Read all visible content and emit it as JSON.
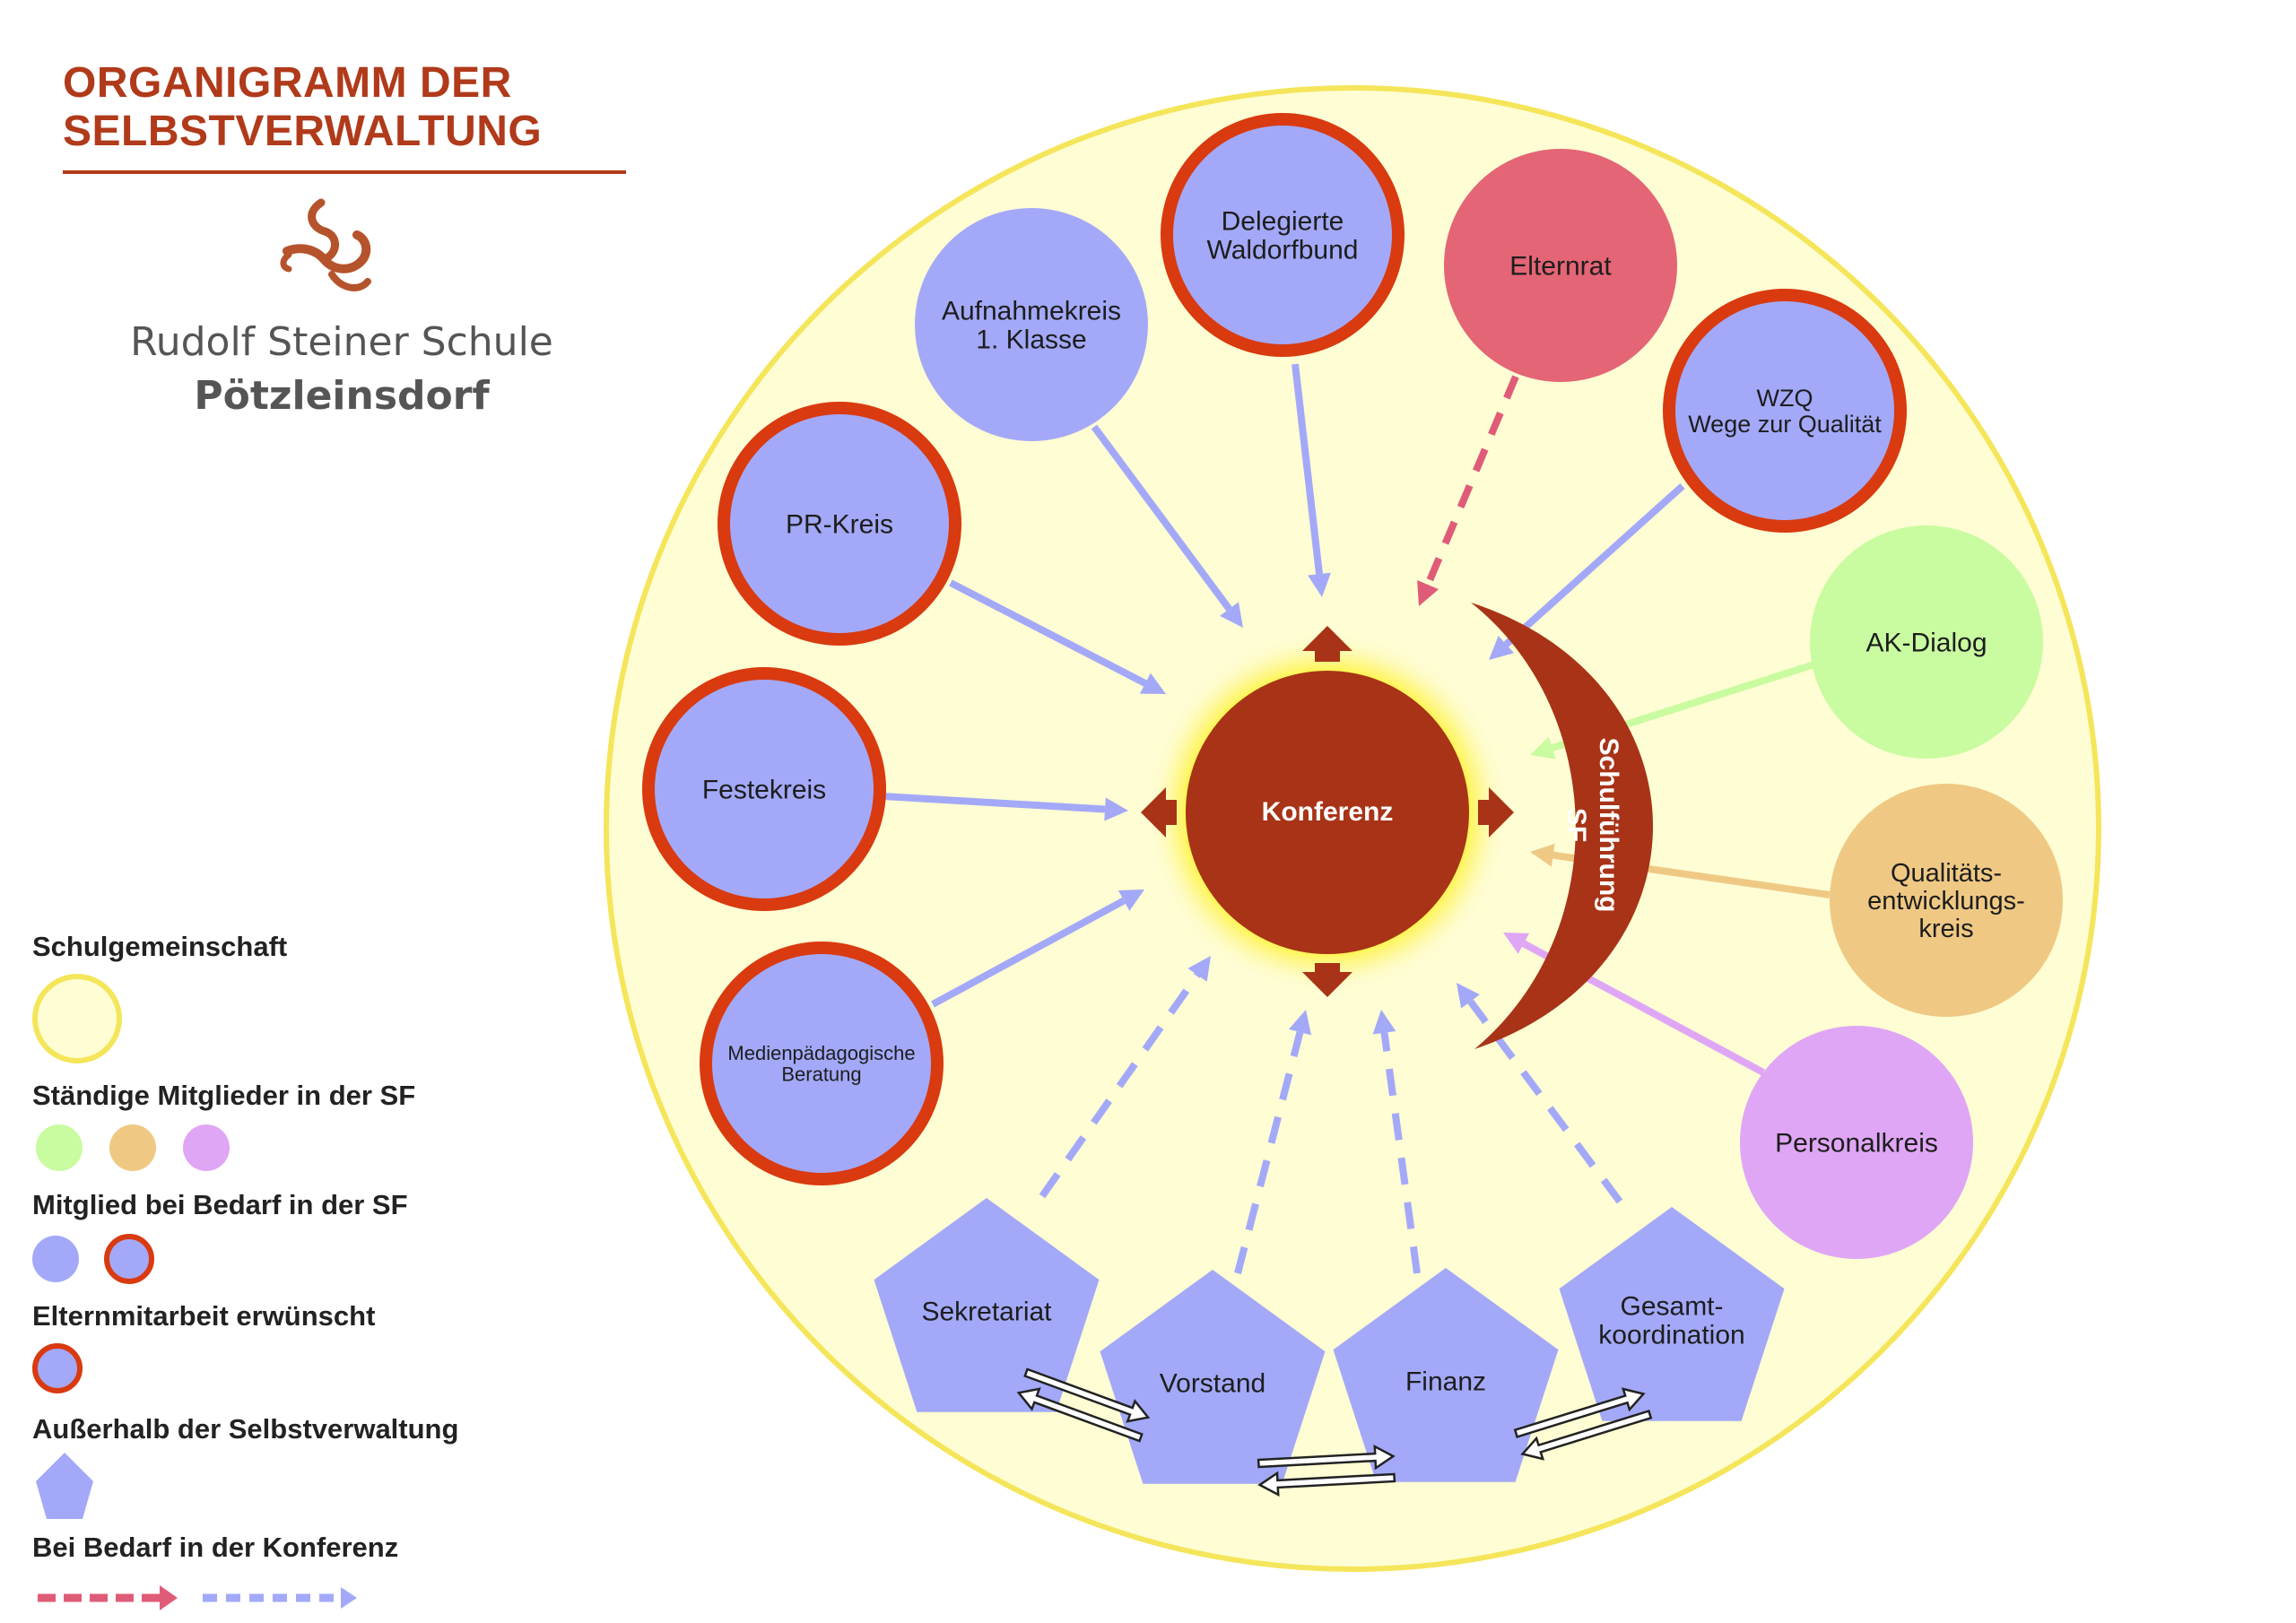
{
  "header": {
    "title_line1": "ORGANIGRAMM DER",
    "title_line2": "SELBSTVERWALTUNG",
    "school_line1": "Rudolf Steiner Schule",
    "school_line2": "Pötzleinsdorf"
  },
  "colors": {
    "community_fill": "#fefdd3",
    "community_stroke": "#f5e55a",
    "purple": "#a3a9f8",
    "ring": "#d93a10",
    "green": "#c9fba0",
    "orange": "#efc984",
    "pink": "#e0a6f6",
    "elternrat": "#e46575",
    "konferenz": "#a83317",
    "crescent": "#a83317",
    "arrow_pink": "#df5c78",
    "arrow_purple": "#a3a9f8",
    "arrow_green": "#c9fba0",
    "arrow_orange": "#efc984",
    "arrow_violet": "#e0a6f6"
  },
  "center": {
    "konferenz": "Konferenz",
    "sf_line1": "Schulführung",
    "sf_line2": "SF"
  },
  "circles": [
    {
      "id": "aufnahmekreis",
      "lines": [
        "Aufnahmekreis",
        "1. Klasse"
      ],
      "color": "purple",
      "ring": false
    },
    {
      "id": "delegierte",
      "lines": [
        "Delegierte",
        "Waldorfbund"
      ],
      "color": "purple",
      "ring": true
    },
    {
      "id": "elternrat",
      "lines": [
        "Elternrat"
      ],
      "color": "elternrat",
      "ring": false
    },
    {
      "id": "wzq",
      "lines": [
        "WZQ",
        "Wege zur Qualität"
      ],
      "color": "purple",
      "ring": true
    },
    {
      "id": "pr-kreis",
      "lines": [
        "PR-Kreis"
      ],
      "color": "purple",
      "ring": true
    },
    {
      "id": "ak-dialog",
      "lines": [
        "AK-Dialog"
      ],
      "color": "green",
      "ring": false
    },
    {
      "id": "festekreis",
      "lines": [
        "Festekreis"
      ],
      "color": "purple",
      "ring": true
    },
    {
      "id": "qualitaet",
      "lines": [
        "Qualitäts-",
        "entwicklungs-",
        "kreis"
      ],
      "color": "orange",
      "ring": false
    },
    {
      "id": "medien",
      "lines": [
        "Medienpädagogische",
        "Beratung"
      ],
      "color": "purple",
      "ring": true
    },
    {
      "id": "personalkreis",
      "lines": [
        "Personalkreis"
      ],
      "color": "pink",
      "ring": false
    }
  ],
  "pentagons": [
    {
      "id": "sekretariat",
      "lines": [
        "Sekretariat"
      ]
    },
    {
      "id": "vorstand",
      "lines": [
        "Vorstand"
      ]
    },
    {
      "id": "finanz",
      "lines": [
        "Finanz"
      ]
    },
    {
      "id": "gesamt",
      "lines": [
        "Gesamt-",
        "koordination"
      ]
    }
  ],
  "legend": {
    "schulgemeinschaft": "Schulgemeinschaft",
    "staendige": "Ständige Mitglieder in der SF",
    "bedarf_sf": "Mitglied bei Bedarf in der SF",
    "eltern": "Elternmitarbeit erwünscht",
    "ausserhalb": "Außerhalb der  Selbstverwaltung",
    "bedarf_konferenz": "Bei Bedarf in der Konferenz"
  }
}
